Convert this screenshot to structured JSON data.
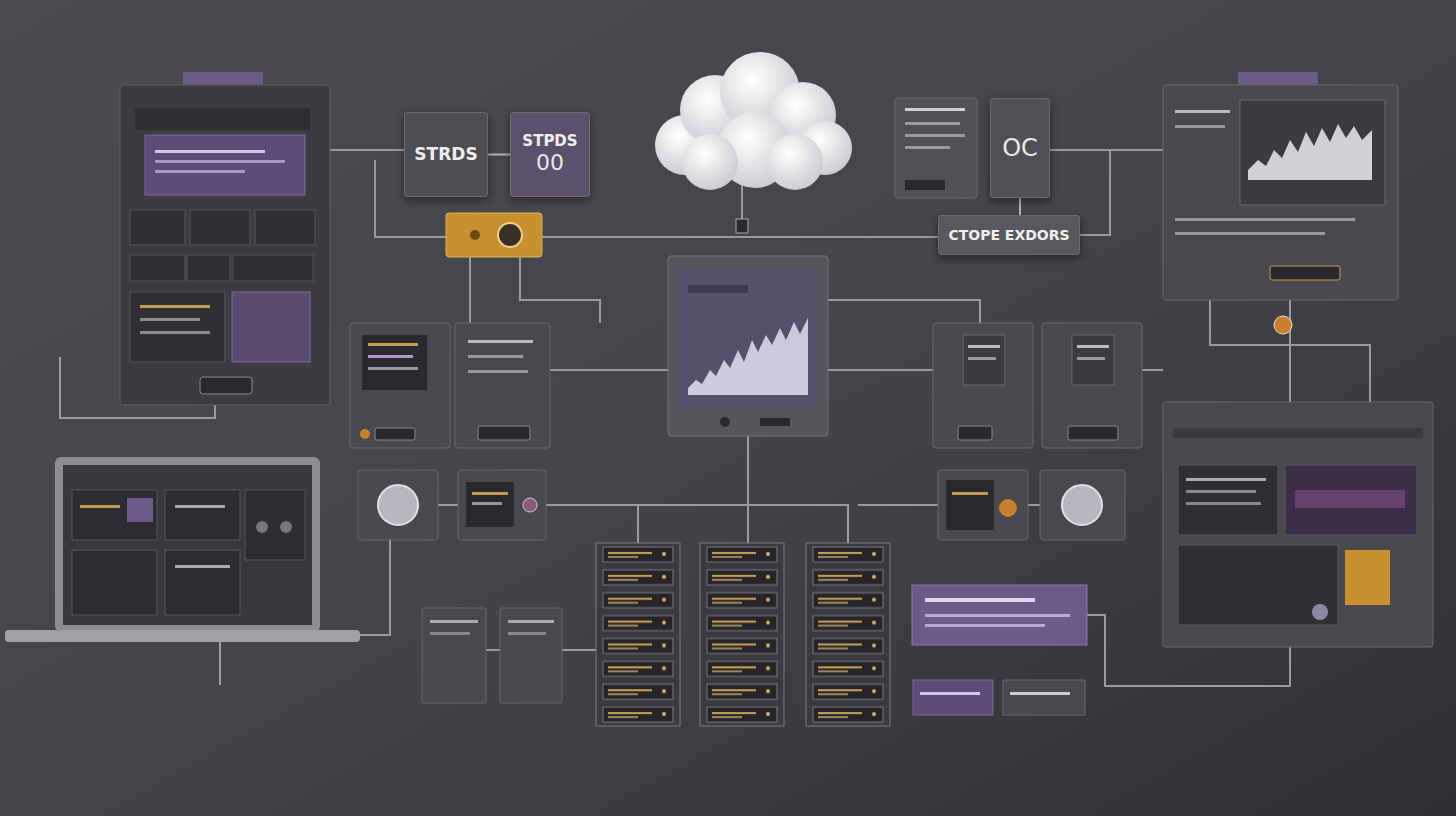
{
  "diagram": {
    "nodes": [
      {
        "text": [
          "STRDS"
        ]
      },
      {
        "text": [
          "STPDS",
          "00"
        ]
      },
      {
        "text": [
          "OC"
        ]
      },
      {
        "text": [
          "CTOPE EXDORS"
        ]
      }
    ],
    "edges": [
      {
        "from": 0,
        "to": 1,
        "arrow": "none"
      },
      {
        "from": 2,
        "to": 3,
        "arrow": "none"
      }
    ]
  }
}
